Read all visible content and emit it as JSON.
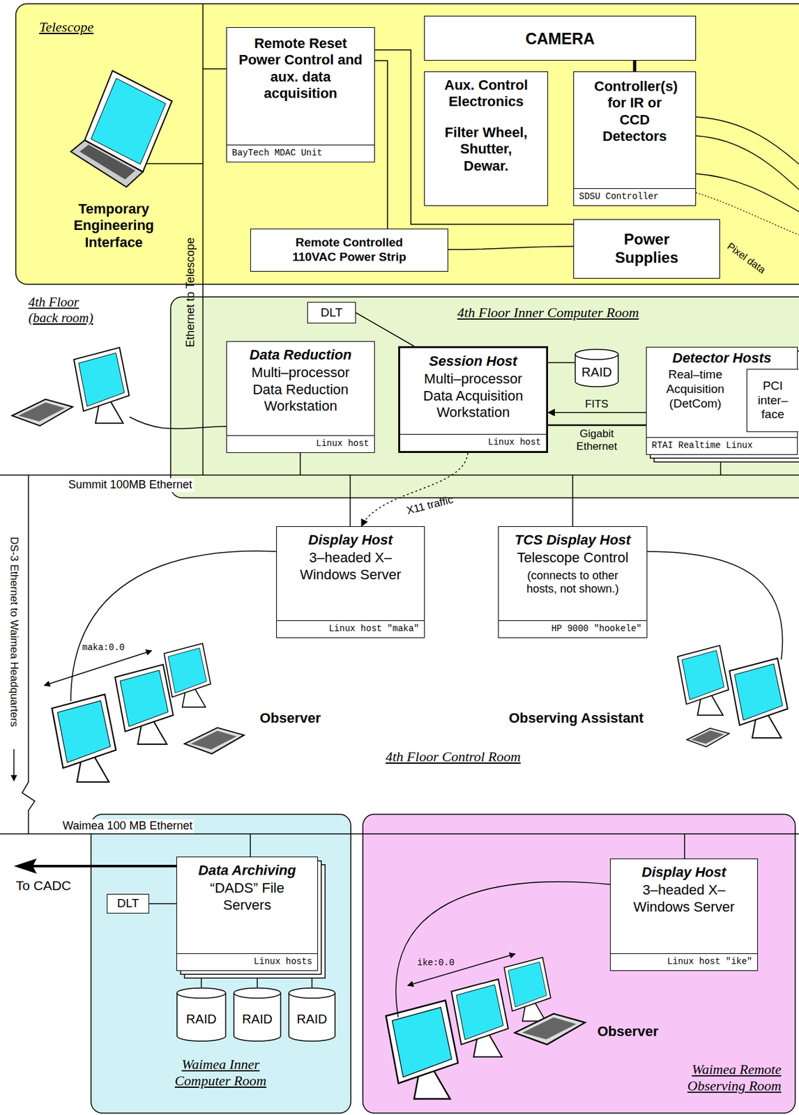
{
  "diagram": {
    "nodes": [
      {
        "text": [
          "Telescope"
        ]
      },
      {
        "text": [
          "Remote Reset Power Control and aux. data acquisition",
          "BayTech MDAC Unit"
        ],
        "in": 0
      },
      {
        "text": [
          "CAMERA"
        ],
        "in": 0
      },
      {
        "text": [
          "Aux. Control Electronics",
          "Filter Wheel, Shutter, Dewar."
        ],
        "in": 0
      },
      {
        "text": [
          "Controller(s) for IR or CCD Detectors",
          "SDSU Controller"
        ],
        "in": 0
      },
      {
        "text": [
          "Remote Controlled 110VAC Power Strip"
        ],
        "in": 0
      },
      {
        "text": [
          "Power Supplies"
        ],
        "in": 0
      },
      {
        "text": [
          "4th Floor Inner Computer Room"
        ]
      },
      {
        "text": [
          "DLT"
        ],
        "in": 7
      },
      {
        "text": [
          "Data Reduction",
          "Multi–processor Data Reduction Workstation",
          "Linux host"
        ],
        "in": 7
      },
      {
        "text": [
          "Session Host",
          "Multi–processor Data Acquisition Workstation",
          "Linux host"
        ],
        "in": 7
      },
      {
        "text": [
          "RAID"
        ],
        "in": 7
      },
      {
        "text": [
          "Detector Hosts",
          "Real–time Acquisition (DetCom)",
          "RTAI Realtime Linux"
        ],
        "in": 7
      },
      {
        "text": [
          "PCI inter– face"
        ],
        "in": 12
      },
      {
        "text": [
          "Display Host",
          "3–headed X–Windows Server",
          "Linux host \"maka\""
        ]
      },
      {
        "text": [
          "TCS Display Host",
          "Telescope Control",
          "(connects to other hosts, not shown.)",
          "HP 9000 \"hookele\""
        ]
      },
      {
        "text": [
          "Waimea Inner Computer Room"
        ]
      },
      {
        "text": [
          "Data Archiving",
          "“DADS” File Servers",
          "Linux hosts"
        ],
        "in": 16
      },
      {
        "text": [
          "DLT"
        ],
        "in": 16
      },
      {
        "text": [
          "RAID"
        ],
        "in": 16
      },
      {
        "text": [
          "RAID"
        ],
        "in": 16
      },
      {
        "text": [
          "RAID"
        ],
        "in": 16
      },
      {
        "text": [
          "Waimea Remote Observing Room"
        ]
      },
      {
        "text": [
          "Display Host",
          "3–headed X–Windows Server",
          "Linux host \"ike\""
        ],
        "in": 22
      }
    ],
    "edges": [
      {
        "from": 1,
        "to": 5,
        "arrow": "none"
      },
      {
        "from": 1,
        "to": 6,
        "arrow": "none"
      },
      {
        "from": 5,
        "to": 6,
        "arrow": "none"
      },
      {
        "from": 2,
        "to": 4,
        "arrow": "none"
      },
      {
        "from": 8,
        "to": 10,
        "arrow": "none"
      },
      {
        "from": 10,
        "to": 11,
        "arrow": "none"
      },
      {
        "from": 12,
        "to": 10,
        "label": "FITS",
        "arrow": "to"
      },
      {
        "from": 10,
        "to": 12,
        "label": "Gigabit Ethernet",
        "arrow": "none"
      },
      {
        "from": 10,
        "to": 14,
        "label": "X11 traffic",
        "arrow": "to"
      },
      {
        "from": 18,
        "to": 17,
        "arrow": "none"
      },
      {
        "from": 17,
        "to": 19,
        "arrow": "none"
      },
      {
        "from": 17,
        "to": 20,
        "arrow": "none"
      },
      {
        "from": 17,
        "to": 21,
        "arrow": "none"
      }
    ],
    "labels": [
      "Temporary Engineering Interface",
      "Ethernet to Telescope",
      "Pixel data",
      "4th Floor (back room)",
      "Summit 100MB Ethernet",
      "maka:0.0",
      "Observer",
      "Observing Assistant",
      "4th Floor Control Room",
      "DS-3 Ethernet to Waimea Headquarters",
      "Waimea 100 MB Ethernet",
      "To CADC",
      "ike:0.0",
      "Observer"
    ]
  }
}
